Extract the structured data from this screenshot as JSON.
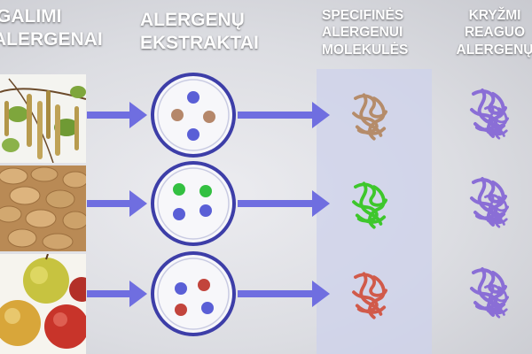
{
  "columns": {
    "sources": [
      "GALIMI",
      "ALERGENAI"
    ],
    "extracts": [
      "ALERGENŲ",
      "EKSTRAKTAI"
    ],
    "specific": [
      "SPECIFINĖS",
      "ALERGENUI",
      "MOLEKULĖS"
    ],
    "cross": [
      "KRYŽMI",
      "REAGUO",
      "ALERGENŲ"
    ]
  },
  "colors": {
    "arrow": "#6f6ee0",
    "circle_ring": "#3d3ea8",
    "dot_blue": "#5a5fd6",
    "dot_tan": "#b5876a",
    "dot_green": "#33c041",
    "dot_red": "#c2443c",
    "protein_tan": "#b58c6a",
    "protein_green": "#3ec72c",
    "protein_red": "#d15a4a",
    "protein_purple": "#8a6ed6"
  },
  "rows": [
    {
      "source": "birch-catkins",
      "dots": [
        "dot_blue",
        "dot_tan",
        "dot_tan",
        "dot_blue"
      ],
      "protein": "protein_tan"
    },
    {
      "source": "peanuts",
      "dots": [
        "dot_green",
        "dot_green",
        "dot_blue",
        "dot_blue"
      ],
      "protein": "protein_green"
    },
    {
      "source": "apples",
      "dots": [
        "dot_blue",
        "dot_red",
        "dot_red",
        "dot_blue"
      ],
      "protein": "protein_red"
    }
  ]
}
